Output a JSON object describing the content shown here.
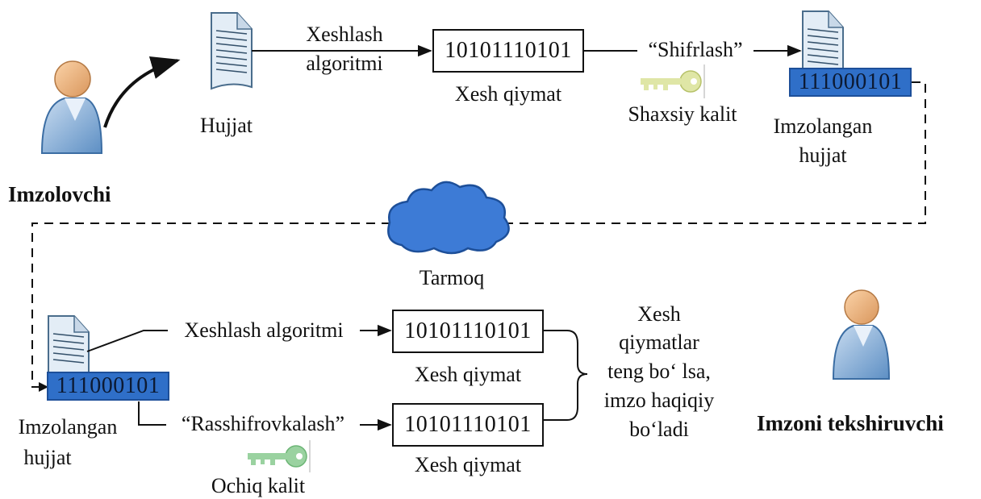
{
  "signer": {
    "name": "Imzolovchi"
  },
  "verifier": {
    "name": "Imzoni tekshiruvchi"
  },
  "top": {
    "document_label": "Hujjat",
    "hash_algorithm": [
      "Xeshlash",
      "algoritmi"
    ],
    "hash_value": "10101110101",
    "hash_label": "Xesh qiymat",
    "encrypt_label": "“Shifrlash”",
    "private_key_label": "Shaxsiy kalit",
    "signature_value": "111000101",
    "signed_document_label": [
      "Imzolangan",
      "hujjat"
    ]
  },
  "network": {
    "label": "Tarmoq"
  },
  "bottom": {
    "signature_value": "111000101",
    "signed_document_label": [
      "Imzolangan",
      "hujjat"
    ],
    "hash_algorithm": "Xeshlash algoritmi",
    "hash_value_1": "10101110101",
    "hash_label_1": "Xesh qiymat",
    "decrypt_label": "“Rasshifrovkalash”",
    "hash_value_2": "10101110101",
    "hash_label_2": "Xesh qiymat",
    "public_key_label": "Ochiq kalit",
    "conclusion": [
      "Xesh",
      "qiymatlar",
      "teng bo‘ lsa,",
      "imzo haqiqiy",
      "bo‘ladi"
    ]
  }
}
